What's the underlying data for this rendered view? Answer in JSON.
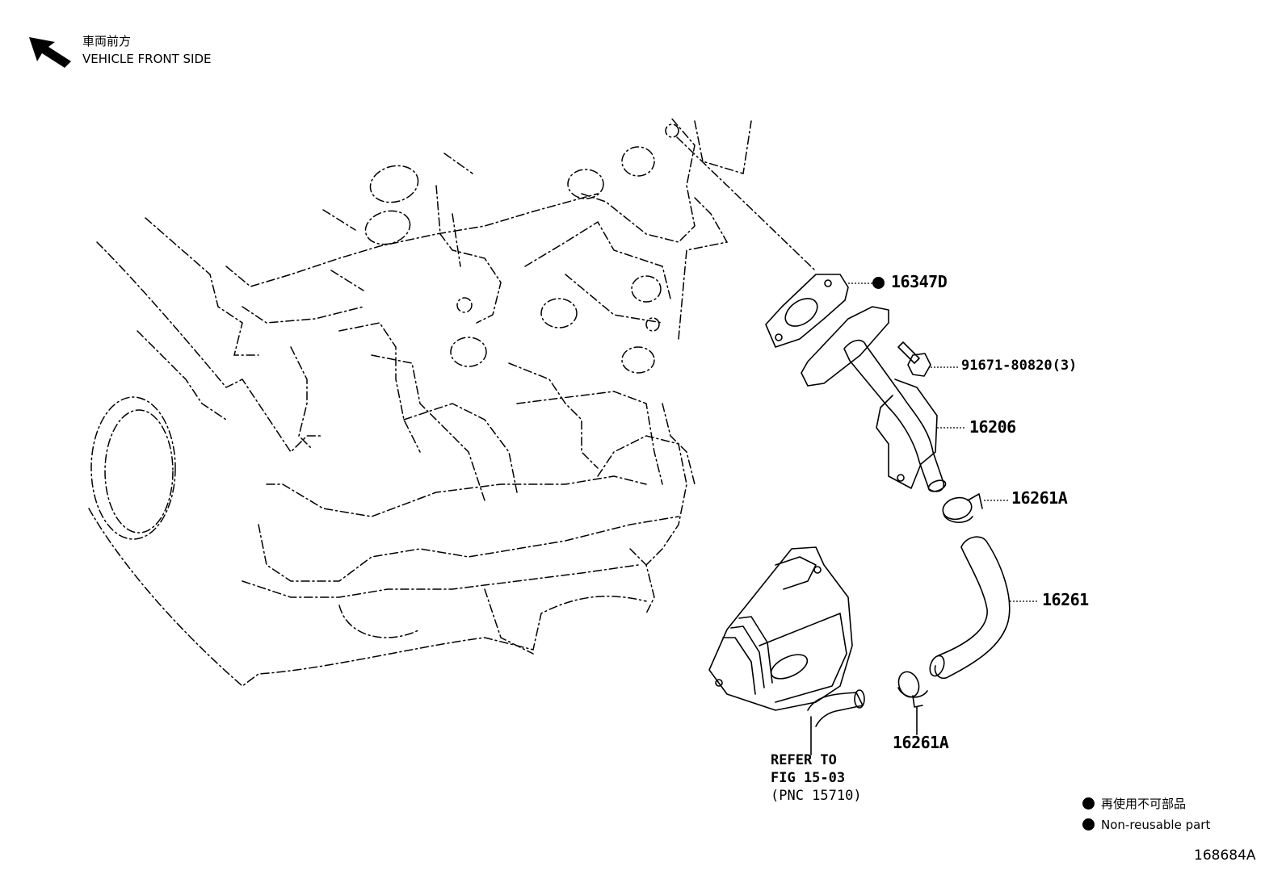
{
  "header": {
    "direction_jp": "車両前方",
    "direction_en": "VEHICLE FRONT SIDE"
  },
  "callouts": {
    "gasket": "16347D",
    "bolt": "91671-80820(3)",
    "pipe": "16206",
    "clamp_upper": "16261A",
    "hose": "16261",
    "clamp_lower": "16261A"
  },
  "reference": {
    "line1": "REFER TO",
    "line2": "FIG 15-03",
    "line3": "(PNC 15710)"
  },
  "legend": {
    "jp": "再使用不可部品",
    "en": "Non-reusable part"
  },
  "diagram_id": "168684A"
}
